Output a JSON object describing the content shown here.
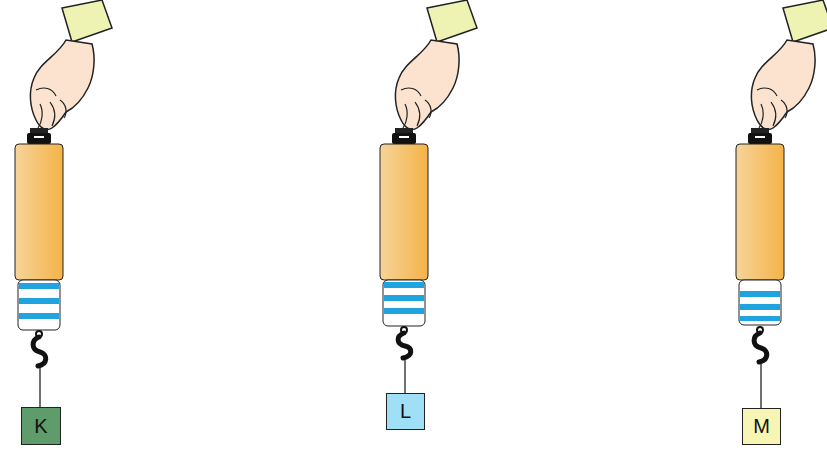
{
  "diagram": {
    "nodes": [
      {
        "text": [
          "K"
        ]
      },
      {
        "text": [
          "L"
        ]
      },
      {
        "text": [
          "M"
        ]
      }
    ]
  }
}
